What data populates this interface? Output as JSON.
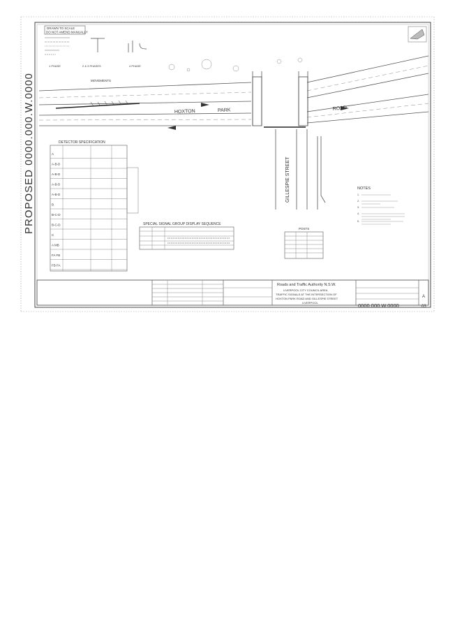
{
  "stamp": {
    "vertical_text": "PROPOSED 0000.000.W.0000"
  },
  "title_box": {
    "line1": "DRAWN TO SCALE",
    "line2": "DO NOT AMEND MANUALLY"
  },
  "phase_labels": [
    "1 PHASE",
    "2 & 3 PHASES",
    "4 PHASE"
  ],
  "movements_label": "MOVEMENTS",
  "roads": {
    "main_1": "HOXTON",
    "main_2": "PARK",
    "main_3": "ROAD",
    "side": "GILLESPIE STREET"
  },
  "tables": {
    "detector": {
      "title": "DETECTOR SPECIFICATION",
      "groups": [
        "A",
        "A-B-D",
        "A-B-D",
        "A-B-D",
        "A-B-D",
        "B",
        "B-C-D",
        "B-C-D",
        "C",
        "A MB",
        "FA FB",
        "FB FA"
      ]
    },
    "special": {
      "title": "SPECIAL SIGNAL GROUP DISPLAY SEQUENCE"
    },
    "posts": {
      "title": "POSTS"
    }
  },
  "notes": {
    "title": "NOTES",
    "items": [
      "1.",
      "2.",
      "3.",
      "4.",
      "5."
    ]
  },
  "title_block": {
    "authority": "Roads and Traffic Authority N.S.W.",
    "council": "LIVERPOOL CITY COUNCIL AREA",
    "desc1": "TRAFFIC SIGNALS AT THE INTERSECTION OF",
    "desc2": "HOXTON PARK ROAD AND GILLESPIE STREET",
    "suburb": "LIVERPOOL",
    "rev": "A",
    "drawing_no": "0000.000.W.0000",
    "sheet": "03"
  }
}
